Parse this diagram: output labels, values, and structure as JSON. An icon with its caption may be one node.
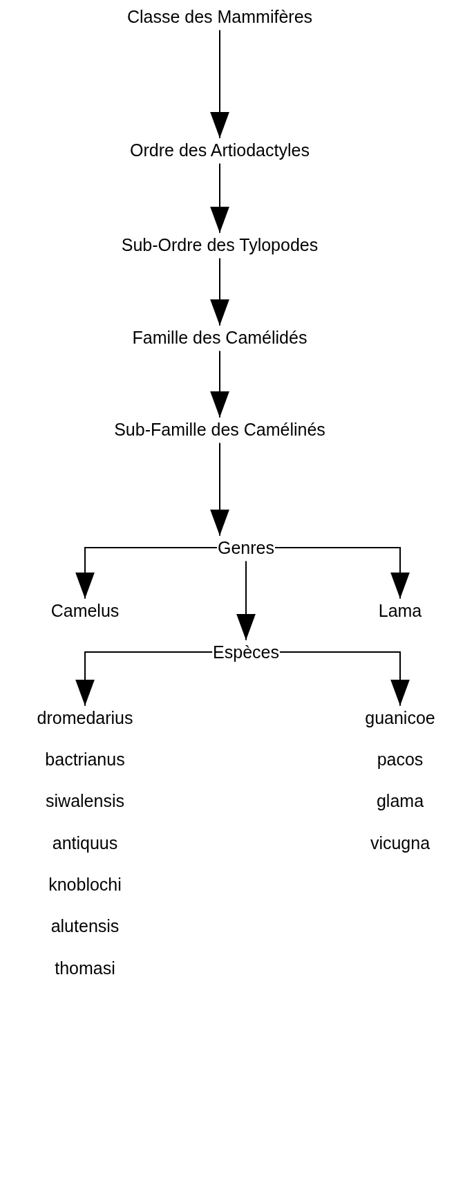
{
  "diagram": {
    "nodes": [
      {
        "text": [
          "Classe des Mammifères"
        ]
      },
      {
        "text": [
          "Ordre des Artiodactyles"
        ]
      },
      {
        "text": [
          "Sub-Ordre des Tylopodes"
        ]
      },
      {
        "text": [
          "Famille des Camélidés"
        ]
      },
      {
        "text": [
          "Sub-Famille des Camélinés"
        ]
      },
      {
        "text": [
          "Genres"
        ]
      },
      {
        "text": [
          "Camelus"
        ]
      },
      {
        "text": [
          "Lama"
        ]
      },
      {
        "text": [
          "Espèces"
        ]
      },
      {
        "text": [
          "dromedarius"
        ]
      },
      {
        "text": [
          "bactrianus"
        ]
      },
      {
        "text": [
          "siwalensis"
        ]
      },
      {
        "text": [
          "antiquus"
        ]
      },
      {
        "text": [
          "knoblochi"
        ]
      },
      {
        "text": [
          "alutensis"
        ]
      },
      {
        "text": [
          "thomasi"
        ]
      },
      {
        "text": [
          "guanicoe"
        ]
      },
      {
        "text": [
          "pacos"
        ]
      },
      {
        "text": [
          "glama"
        ]
      },
      {
        "text": [
          "vicugna"
        ]
      }
    ],
    "edges": [
      {
        "from": 0,
        "to": 1,
        "arrow": "to"
      },
      {
        "from": 1,
        "to": 2,
        "arrow": "to"
      },
      {
        "from": 2,
        "to": 3,
        "arrow": "to"
      },
      {
        "from": 3,
        "to": 4,
        "arrow": "to"
      },
      {
        "from": 4,
        "to": 5,
        "arrow": "to"
      },
      {
        "from": 5,
        "to": 6,
        "arrow": "to"
      },
      {
        "from": 5,
        "to": 7,
        "arrow": "to"
      },
      {
        "from": 5,
        "to": 8,
        "arrow": "to"
      },
      {
        "from": 8,
        "to": 9,
        "arrow": "to"
      },
      {
        "from": 8,
        "to": 16,
        "arrow": "to"
      }
    ]
  }
}
